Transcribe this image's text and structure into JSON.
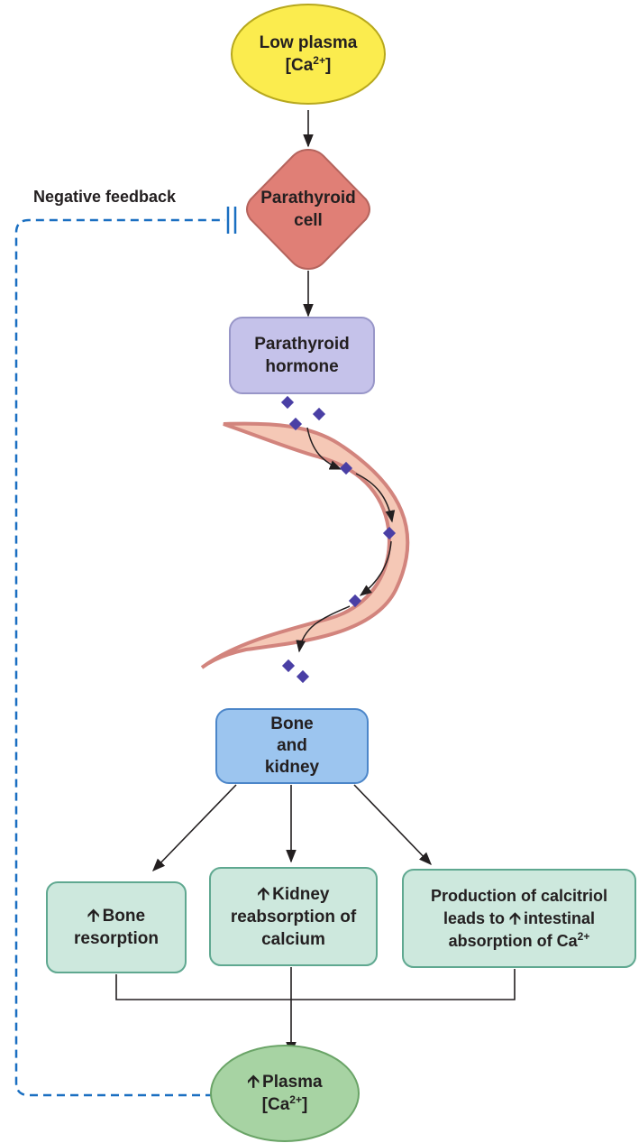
{
  "colors": {
    "start_fill": "#fbec4e",
    "start_stroke": "#b7a81d",
    "cell_fill": "#e07f76",
    "cell_stroke": "#b5645d",
    "hormone_fill": "#c5c2ea",
    "hormone_stroke": "#9896c8",
    "target_fill": "#9cc5ef",
    "target_stroke": "#4c86c9",
    "effect_fill": "#cde8dd",
    "effect_stroke": "#5fa890",
    "result_fill": "#a7d3a3",
    "result_stroke": "#6aa467",
    "vessel_fill": "#f5c8b6",
    "vessel_stroke": "#d2847d",
    "molecule": "#4a3fa5",
    "feedback": "#1a6fc1",
    "arrow": "#231f20"
  },
  "icons": {
    "increase": "up-arrow-icon"
  },
  "start": {
    "line1": "Low plasma",
    "line2_open": "[Ca",
    "line2_sup": "2+",
    "line2_close": "]"
  },
  "gland": {
    "line1": "Parathyroid",
    "line2": "cell"
  },
  "hormone": {
    "line1": "Parathyroid",
    "line2": "hormone"
  },
  "target": {
    "line1": "Bone",
    "line2": "and",
    "line3": "kidney"
  },
  "effects": {
    "bone": {
      "line1": "Bone",
      "line2": "resorption"
    },
    "kidney": {
      "line1": "Kidney",
      "line2": "reabsorption of",
      "line3": "calcium"
    },
    "calcitriol": {
      "line1": "Production of calcitriol",
      "line2_pre": "leads to",
      "line2_post": "intestinal",
      "line3_pre": "absorption of Ca",
      "line3_sup": "2+"
    }
  },
  "result": {
    "line1": "Plasma",
    "line2_open": "[Ca",
    "line2_sup": "2+",
    "line2_close": "]"
  },
  "feedback": {
    "label": "Negative feedback"
  }
}
